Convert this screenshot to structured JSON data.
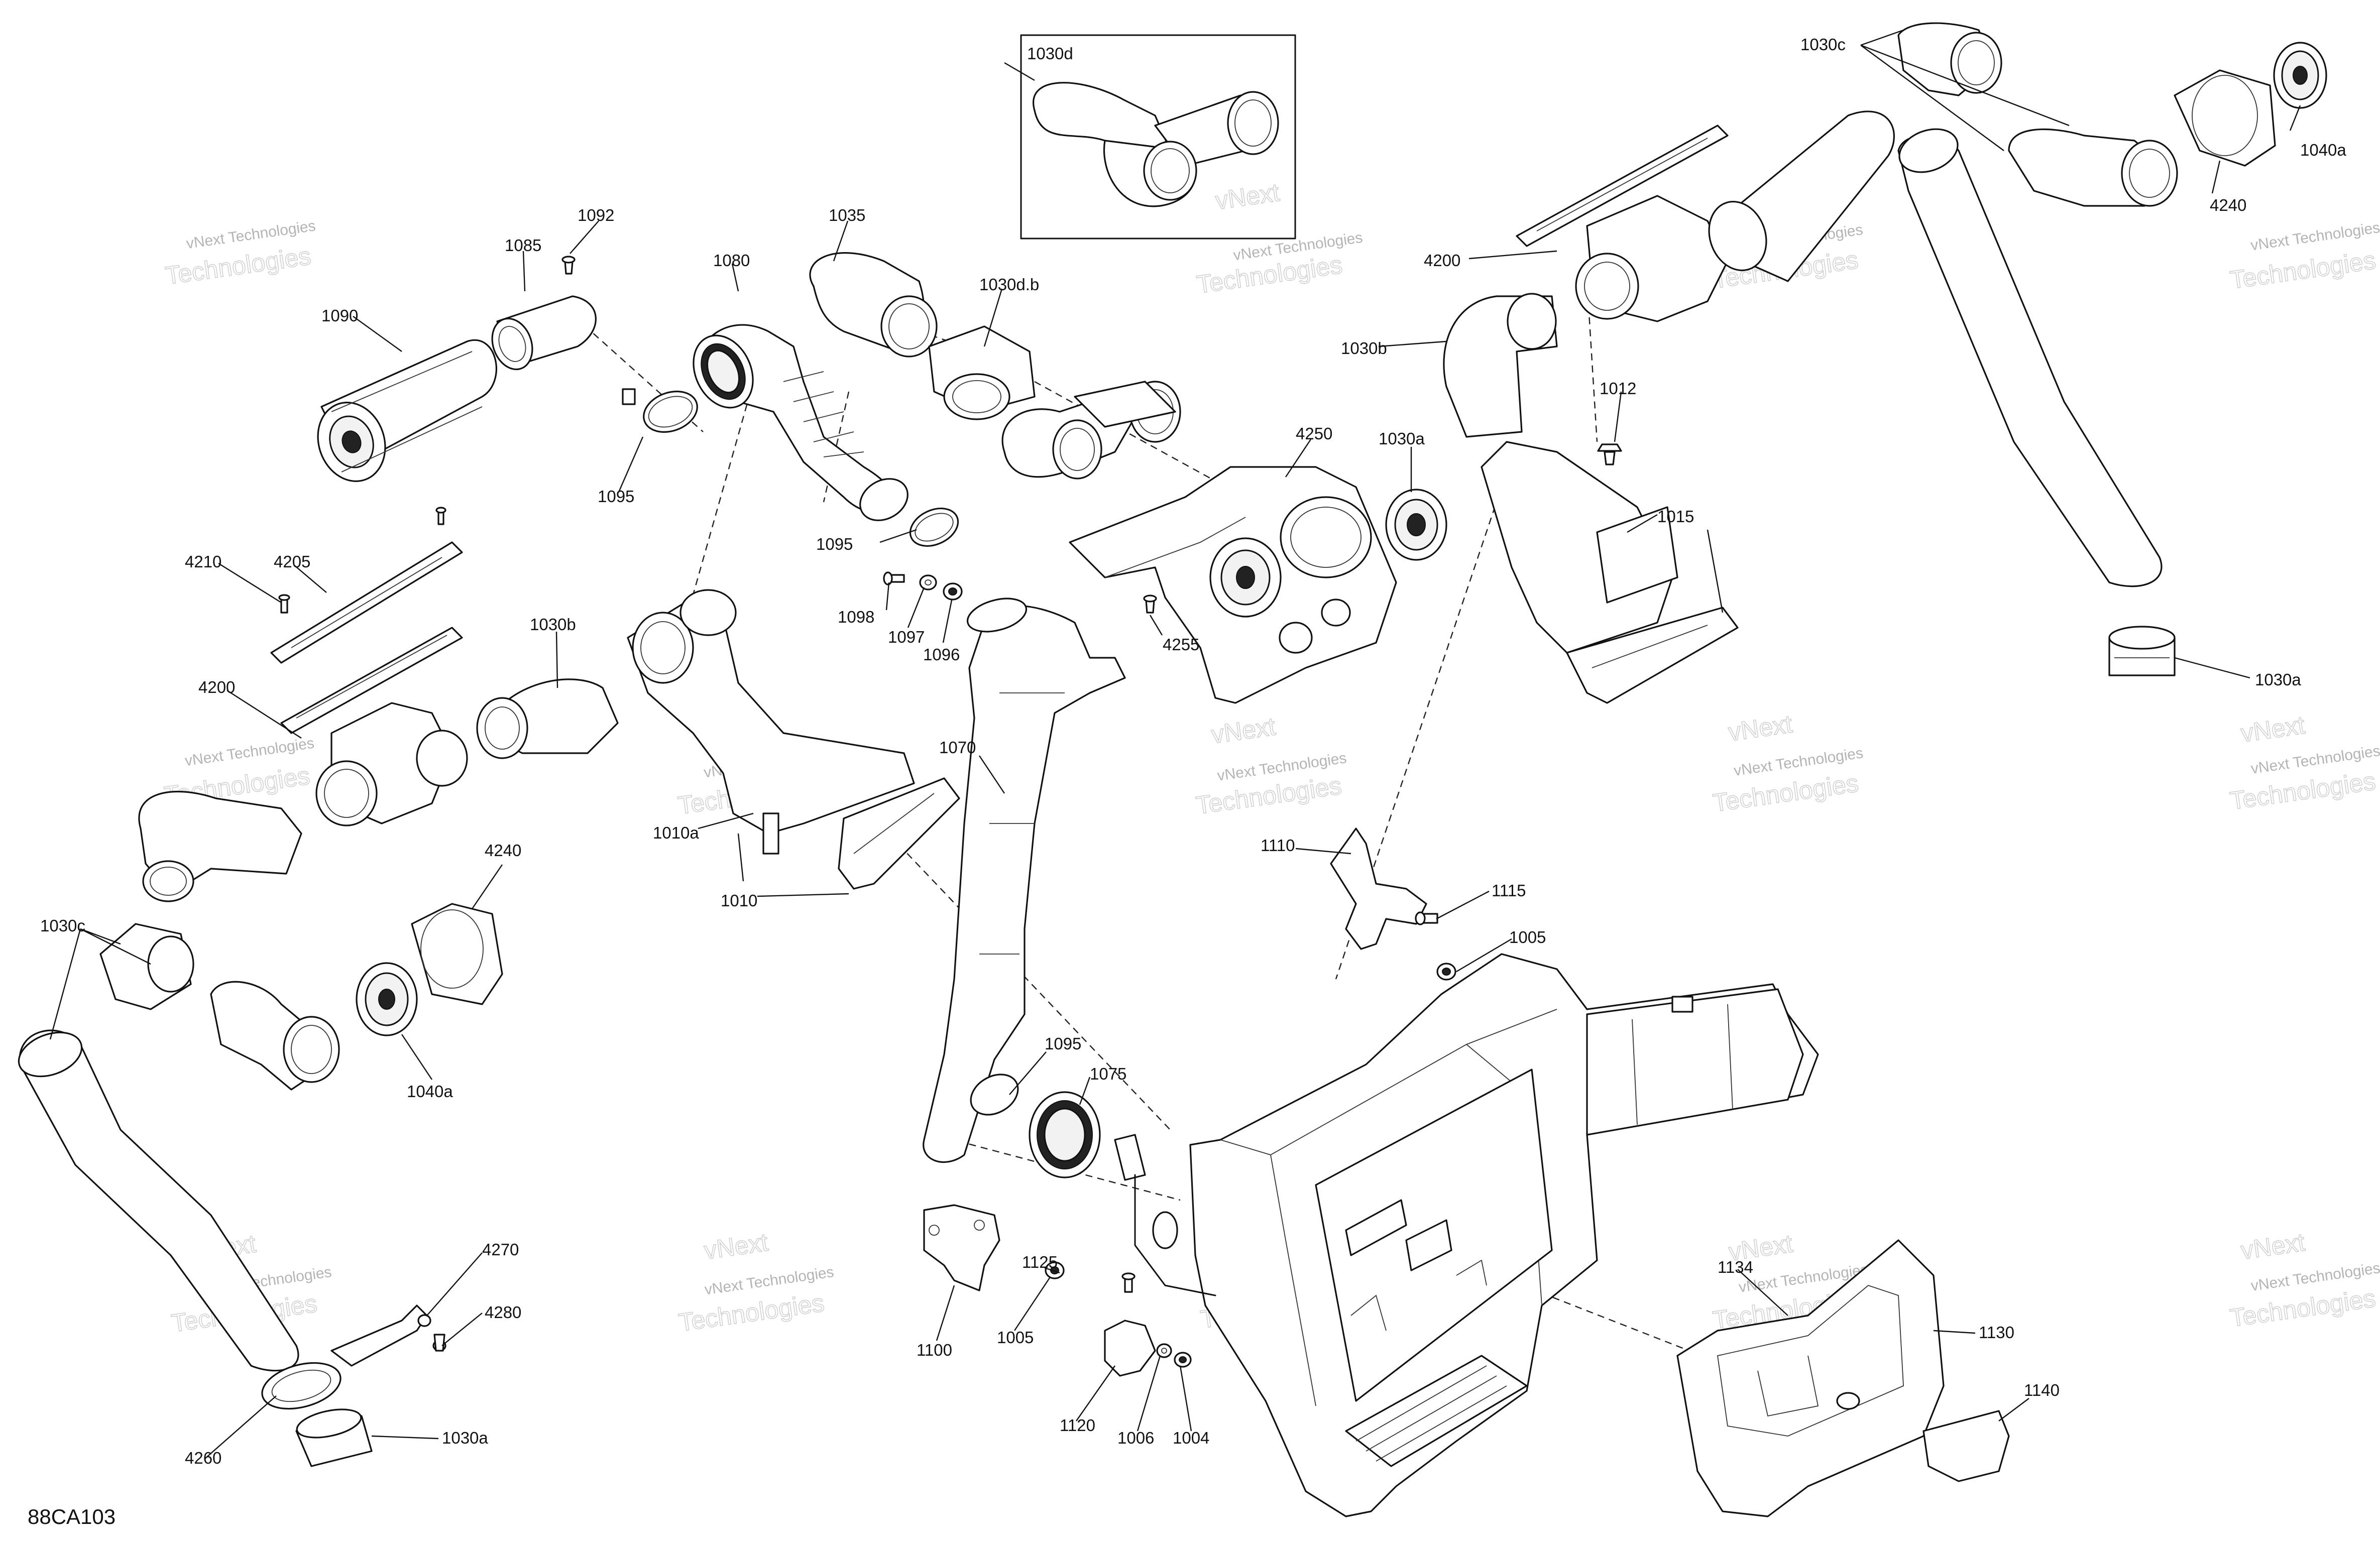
{
  "diagram": {
    "reference_code": "88CA103",
    "watermark_small": "vNext Technologies",
    "watermark_large": "Technologies",
    "watermark_fragment": "vNext",
    "part_labels": {
      "l1030d": "1030d",
      "l1030c_top": "1030c",
      "l1092": "1092",
      "l1085": "1085",
      "l1090": "1090",
      "l1035": "1035",
      "l1080": "1080",
      "l1030db": "1030d.b",
      "l4200_top": "4200",
      "l1030b_top": "1030b",
      "l1040a_top": "1040a",
      "l4240_top": "4240",
      "l1095_a": "1095",
      "l1012": "1012",
      "l4250": "4250",
      "l1030a_mid": "1030a",
      "l1015": "1015",
      "l4210": "4210",
      "l4205": "4205",
      "l1095_b": "1095",
      "l1098": "1098",
      "l1097": "1097",
      "l1096": "1096",
      "l4255": "4255",
      "l1030a_right": "1030a",
      "l4200_left": "4200",
      "l1030b_left": "1030b",
      "l1070": "1070",
      "l1010a": "1010a",
      "l1010": "1010",
      "l4240_left": "4240",
      "l1110": "1110",
      "l1115": "1115",
      "l1005_top": "1005",
      "l1030c_left": "1030c",
      "l1040a_left": "1040a",
      "l1095_c": "1095",
      "l1075": "1075",
      "l4270": "4270",
      "l4280": "4280",
      "l1125": "1125",
      "l1100": "1100",
      "l1005_bot": "1005",
      "l1120": "1120",
      "l1006": "1006",
      "l1004": "1004",
      "l4260": "4260",
      "l1030a_bot": "1030a",
      "l1134": "1134",
      "l1130": "1130",
      "l1140": "1140"
    }
  }
}
